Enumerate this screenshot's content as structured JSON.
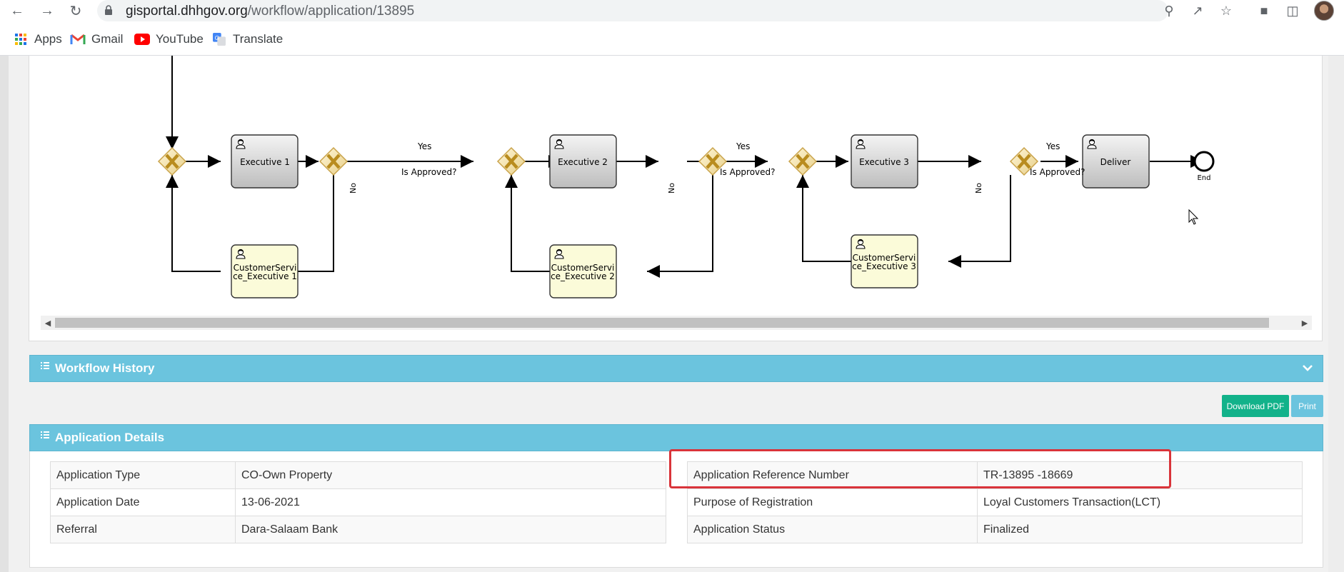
{
  "browser": {
    "url_host": "gisportal.dhhgov.org",
    "url_path": "/workflow/application/13895",
    "bookmarks": [
      {
        "label": "Apps",
        "icon": "apps-grid-icon"
      },
      {
        "label": "Gmail",
        "icon": "gmail-icon"
      },
      {
        "label": "YouTube",
        "icon": "youtube-icon"
      },
      {
        "label": "Translate",
        "icon": "translate-icon"
      }
    ]
  },
  "workflow": {
    "tasks": {
      "exec1": "Executive 1",
      "exec2": "Executive 2",
      "exec3": "Executive 3",
      "deliver": "Deliver",
      "cs1": [
        "CustomerServi",
        "ce_Executive 1"
      ],
      "cs2": [
        "CustomerServi",
        "ce_Executive 2"
      ],
      "cs3": [
        "CustomerServi",
        "ce_Executive 3"
      ]
    },
    "gateway_label": "Is Approved?",
    "yes_label": "Yes",
    "no_label": "No",
    "end_label": "End"
  },
  "workflow_history": {
    "title": "Workflow History"
  },
  "actions": {
    "download_pdf": "Download PDF",
    "print": "Print"
  },
  "application_details": {
    "title": "Application Details",
    "left": [
      {
        "label": "Application Type",
        "value": "CO-Own Property"
      },
      {
        "label": "Application Date",
        "value": "13-06-2021"
      },
      {
        "label": "Referral",
        "value": "Dara-Salaam Bank"
      }
    ],
    "right": [
      {
        "label": "Application Reference Number",
        "value": "TR-13895 -18669"
      },
      {
        "label": "Purpose of Registration",
        "value": "Loyal Customers Transaction(LCT)"
      },
      {
        "label": "Application Status",
        "value": "Finalized"
      }
    ]
  },
  "colors": {
    "header": "#6bc4de",
    "download": "#12b28a",
    "highlight": "#d9343a",
    "gateway": "#d4a93a",
    "cs_task_fill": "#fbfbd9"
  }
}
